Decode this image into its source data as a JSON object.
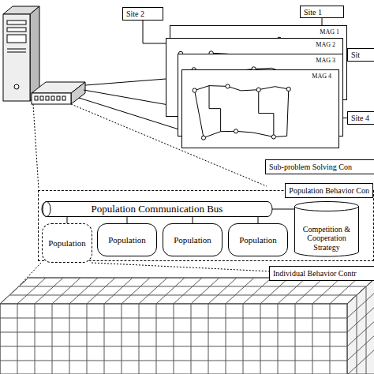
{
  "diagram": {
    "nodes": [
      {
        "text": [
          "Site 2"
        ]
      },
      {
        "text": [
          "Site 1"
        ]
      },
      {
        "text": [
          "Sit"
        ]
      },
      {
        "text": [
          "MAG 1"
        ]
      },
      {
        "text": [
          "MAG 2"
        ]
      },
      {
        "text": [
          "MAG 3"
        ]
      },
      {
        "text": [
          "MAG 4"
        ]
      },
      {
        "text": [
          "Site 4"
        ]
      },
      {
        "text": [
          "Sub-problem Solving Con"
        ]
      },
      {
        "text": [
          "Population Behavior Con"
        ]
      },
      {
        "text": [
          "Population Communication Bus"
        ],
        "in": 9
      },
      {
        "text": [
          "Population"
        ],
        "in": 9
      },
      {
        "text": [
          "Population"
        ],
        "in": 9
      },
      {
        "text": [
          "Population"
        ],
        "in": 9
      },
      {
        "text": [
          "Population"
        ],
        "in": 9
      },
      {
        "text": [
          "Competition & Cooperation Strategy"
        ],
        "in": 9
      },
      {
        "text": [
          "Individual Behavior Contr"
        ]
      }
    ],
    "edges": [
      {
        "from": 1,
        "to": 3,
        "arrow": "none"
      },
      {
        "from": 0,
        "to": 4,
        "arrow": "none"
      },
      {
        "from": 2,
        "to": 5,
        "arrow": "none"
      },
      {
        "from": 7,
        "to": 6,
        "arrow": "none"
      },
      {
        "from": 10,
        "to": 11,
        "arrow": "none"
      },
      {
        "from": 10,
        "to": 12,
        "arrow": "none"
      },
      {
        "from": 10,
        "to": 13,
        "arrow": "none"
      },
      {
        "from": 10,
        "to": 14,
        "arrow": "none"
      },
      {
        "from": 10,
        "to": 15,
        "arrow": "none"
      }
    ]
  }
}
